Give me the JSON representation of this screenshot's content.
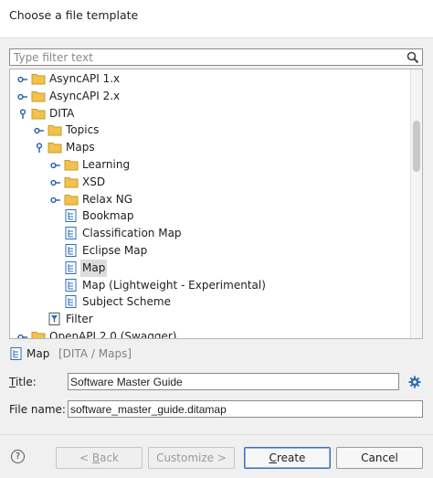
{
  "header": {
    "title": "Choose a file template"
  },
  "filter": {
    "placeholder": "Type filter text",
    "value": ""
  },
  "tree": {
    "rows": [
      {
        "label": "AsyncAPI 1.x",
        "indent": 1,
        "toggle": "collapsed",
        "icon": "folder-icon"
      },
      {
        "label": "AsyncAPI 2.x",
        "indent": 1,
        "toggle": "collapsed",
        "icon": "folder-icon"
      },
      {
        "label": "DITA",
        "indent": 1,
        "toggle": "expanded",
        "icon": "folder-icon"
      },
      {
        "label": "Topics",
        "indent": 2,
        "toggle": "collapsed",
        "icon": "folder-icon"
      },
      {
        "label": "Maps",
        "indent": 2,
        "toggle": "expanded",
        "icon": "folder-icon"
      },
      {
        "label": "Learning",
        "indent": 3,
        "toggle": "collapsed",
        "icon": "folder-icon"
      },
      {
        "label": "XSD",
        "indent": 3,
        "toggle": "collapsed",
        "icon": "folder-icon"
      },
      {
        "label": "Relax NG",
        "indent": 3,
        "toggle": "collapsed",
        "icon": "folder-icon"
      },
      {
        "label": "Bookmap",
        "indent": 3,
        "toggle": "none",
        "icon": "ditamap-icon"
      },
      {
        "label": "Classification Map",
        "indent": 3,
        "toggle": "none",
        "icon": "ditamap-icon"
      },
      {
        "label": "Eclipse Map",
        "indent": 3,
        "toggle": "none",
        "icon": "ditamap-icon"
      },
      {
        "label": "Map",
        "indent": 3,
        "toggle": "none",
        "icon": "ditamap-icon",
        "selected": true
      },
      {
        "label": "Map (Lightweight - Experimental)",
        "indent": 3,
        "toggle": "none",
        "icon": "ditamap-icon"
      },
      {
        "label": "Subject Scheme",
        "indent": 3,
        "toggle": "none",
        "icon": "ditamap-icon"
      },
      {
        "label": "Filter",
        "indent": 2,
        "toggle": "none",
        "icon": "filter-file-icon"
      },
      {
        "label": "OpenAPI 2.0 (Swagger)",
        "indent": 1,
        "toggle": "collapsed",
        "icon": "folder-icon"
      }
    ]
  },
  "selection": {
    "name": "Map",
    "path": "[DITA / Maps]"
  },
  "form": {
    "title_label_key": "T",
    "title_label_rest": "itle:",
    "title_value": "Software Master Guide",
    "filename_label": "File name:",
    "filename_value": "software_master_guide.ditamap"
  },
  "buttons": {
    "help": "?",
    "back_prefix": "< ",
    "back_key": "B",
    "back_rest": "ack",
    "customize": "Customize >",
    "create_key": "C",
    "create_rest": "reate",
    "cancel": "Cancel"
  },
  "colors": {
    "folder": "#f2c14e",
    "folder_stroke": "#c89a2a",
    "toggle": "#1f5fa8",
    "map_icon": "#2f6db5"
  }
}
